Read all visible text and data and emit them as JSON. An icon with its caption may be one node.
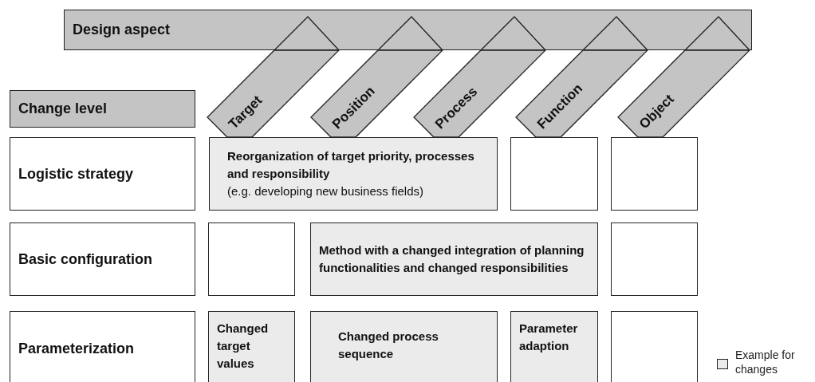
{
  "diagram": {
    "nodes": [
      {
        "text": [
          "Design aspect"
        ]
      },
      {
        "text": [
          "Target"
        ]
      },
      {
        "text": [
          "Position"
        ]
      },
      {
        "text": [
          "Process"
        ]
      },
      {
        "text": [
          "Function"
        ]
      },
      {
        "text": [
          "Object"
        ]
      },
      {
        "text": [
          "Change level"
        ]
      },
      {
        "text": [
          "Logistic strategy"
        ]
      },
      {
        "text": [
          "Reorganization of target priority, processes and responsibility",
          "(e.g. developing new business fields)"
        ]
      },
      {
        "text": [],
        "shape": "box"
      },
      {
        "text": [],
        "shape": "box"
      },
      {
        "text": [
          "Basic configuration"
        ]
      },
      {
        "text": [],
        "shape": "box"
      },
      {
        "text": [
          "Method with a changed integration of planning functionalities and changed responsibilities"
        ]
      },
      {
        "text": [],
        "shape": "box"
      },
      {
        "text": [
          "Parameterization"
        ]
      },
      {
        "text": [
          "Changed target values"
        ]
      },
      {
        "text": [
          "Changed process sequence"
        ]
      },
      {
        "text": [
          "Parameter adaption"
        ]
      },
      {
        "text": [],
        "shape": "box"
      }
    ],
    "edges": [],
    "legend": [
      {
        "text": "Example for changes",
        "color": "#ebebeb"
      }
    ]
  }
}
